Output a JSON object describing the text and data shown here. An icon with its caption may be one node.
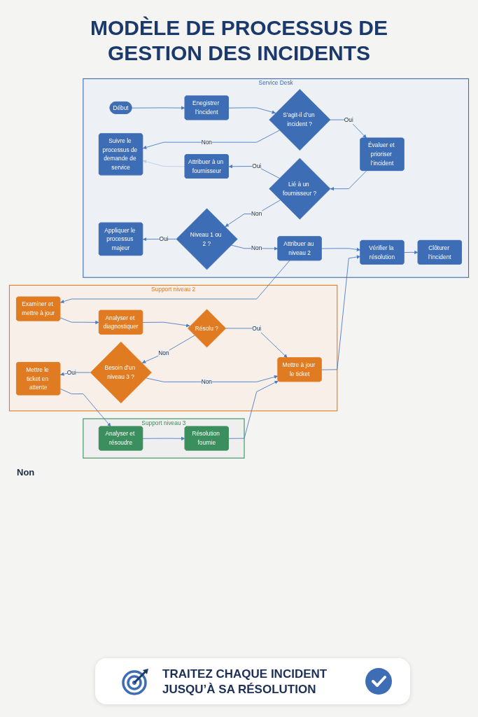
{
  "diagram": {
    "title": "MODÈLE DE PROCESSUS DE GESTION DES INCIDENTS",
    "nodes": [
      {
        "text": [
          "Service Desk"
        ]
      },
      {
        "text": [
          "Début"
        ],
        "in": 0
      },
      {
        "text": [
          "Enegistrer l’incident"
        ],
        "in": 0
      },
      {
        "text": [
          "S’agit-il d’un incident ?"
        ],
        "in": 0
      },
      {
        "text": [
          "Évaluer et prioriser l’incident"
        ],
        "in": 0
      },
      {
        "text": [
          "Lié à un fournisseur ?"
        ],
        "in": 0
      },
      {
        "text": [
          "Attribuer à un fournisseur"
        ],
        "in": 0
      },
      {
        "text": [
          "Suivre le processus de demande de service"
        ],
        "in": 0
      },
      {
        "text": [
          "Niveau 1 ou 2 ?"
        ],
        "in": 0
      },
      {
        "text": [
          "Appliquer le processus majeur"
        ],
        "in": 0
      },
      {
        "text": [
          "Attribuer au niveau 2"
        ],
        "in": 0
      },
      {
        "text": [
          "Vérifier la résolution"
        ],
        "in": 0
      },
      {
        "text": [
          "Clôturer l’incident"
        ],
        "in": 0
      },
      {
        "text": [
          "Support niveau 2"
        ]
      },
      {
        "text": [
          "Examiner et mettre à jour"
        ],
        "in": 13
      },
      {
        "text": [
          "Analyser et diagnostiquer"
        ],
        "in": 13
      },
      {
        "text": [
          "Résolu ?"
        ],
        "in": 13
      },
      {
        "text": [
          "Mettre à jour le ticket"
        ],
        "in": 13
      },
      {
        "text": [
          "Besoin d’un niveau 3 ?"
        ],
        "in": 13
      },
      {
        "text": [
          "Mettre le ticket en attente"
        ],
        "in": 13
      },
      {
        "text": [
          "Support niveau 3"
        ]
      },
      {
        "text": [
          "Analyser et résoudre"
        ],
        "in": 20
      },
      {
        "text": [
          "Résolution fournie"
        ],
        "in": 20
      }
    ],
    "edges": [
      {
        "from": 1,
        "to": 2,
        "arrow": "to"
      },
      {
        "from": 2,
        "to": 3,
        "arrow": "to"
      },
      {
        "from": 3,
        "to": 4,
        "arrow": "to",
        "label": "Oui"
      },
      {
        "from": 3,
        "to": 7,
        "arrow": "to",
        "label": "Non"
      },
      {
        "from": 4,
        "to": 5,
        "arrow": "to"
      },
      {
        "from": 5,
        "to": 6,
        "arrow": "to",
        "label": "Oui"
      },
      {
        "from": 6,
        "to": 7,
        "arrow": "to",
        "color": "#bccde6"
      },
      {
        "from": 5,
        "to": 8,
        "arrow": "to",
        "label": "Non"
      },
      {
        "from": 8,
        "to": 9,
        "arrow": "to",
        "label": "Oui"
      },
      {
        "from": 8,
        "to": 10,
        "arrow": "to",
        "label": "Non"
      },
      {
        "from": 10,
        "to": 14,
        "arrow": "to"
      },
      {
        "from": 10,
        "to": 11,
        "arrow": "to"
      },
      {
        "from": 11,
        "to": 12,
        "arrow": "to"
      },
      {
        "from": 14,
        "to": 15,
        "arrow": "to"
      },
      {
        "from": 15,
        "to": 16,
        "arrow": "to"
      },
      {
        "from": 16,
        "to": 17,
        "arrow": "to",
        "label": "Oui"
      },
      {
        "from": 16,
        "to": 18,
        "arrow": "to",
        "label": "Non"
      },
      {
        "from": 18,
        "to": 17,
        "arrow": "to",
        "label": "Non"
      },
      {
        "from": 18,
        "to": 19,
        "arrow": "to",
        "label": "Oui"
      },
      {
        "from": 19,
        "to": 21,
        "arrow": "to"
      },
      {
        "from": 21,
        "to": 22,
        "arrow": "to"
      },
      {
        "from": 22,
        "to": 17,
        "arrow": "to"
      },
      {
        "from": 17,
        "to": 11,
        "arrow": "to"
      }
    ],
    "labels": [
      "Non"
    ],
    "caption": "TRAITEZ CHAQUE INCIDENT JUSQU’À SA RÉSOLUTION"
  }
}
